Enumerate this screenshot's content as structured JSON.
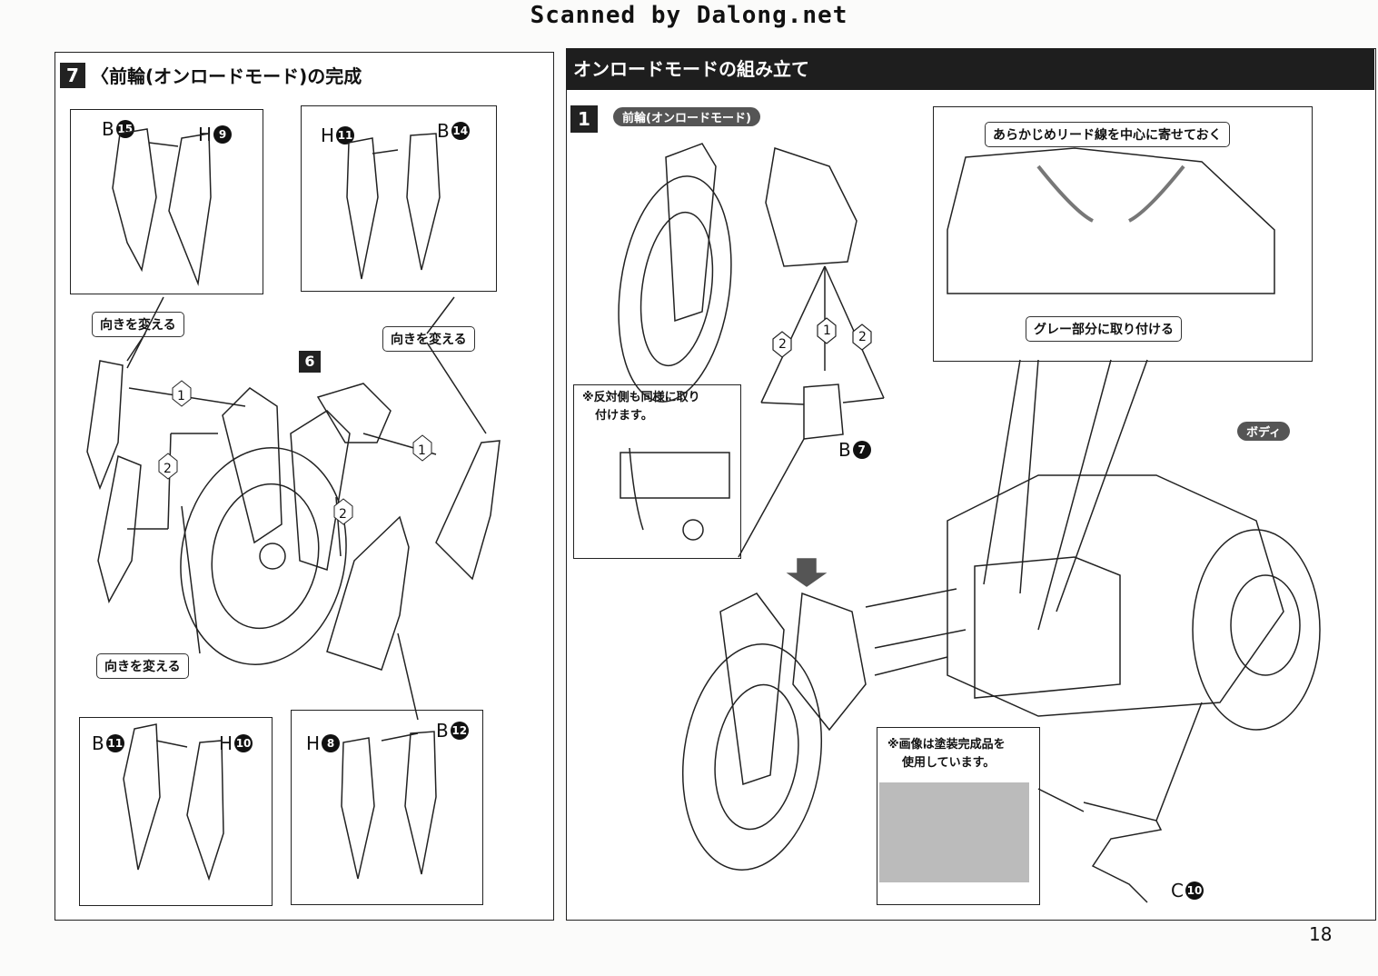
{
  "scan_header": "Scanned by Dalong.net",
  "left_section": {
    "step": "7",
    "title": "〈前輪(オンロードモード)の完成",
    "center_step": "6",
    "callouts": [
      "向きを変える",
      "向きを変える",
      "向きを変える"
    ],
    "parts": {
      "tl_a": {
        "letter": "B",
        "num": "15"
      },
      "tl_b": {
        "letter": "H",
        "num": "9"
      },
      "tr_a": {
        "letter": "H",
        "num": "11"
      },
      "tr_b": {
        "letter": "B",
        "num": "14"
      },
      "bl_a": {
        "letter": "B",
        "num": "11"
      },
      "bl_b": {
        "letter": "H",
        "num": "10"
      },
      "br_a": {
        "letter": "H",
        "num": "8"
      },
      "br_b": {
        "letter": "B",
        "num": "12"
      }
    },
    "order_marks": [
      "1",
      "2",
      "1",
      "2"
    ]
  },
  "right_section": {
    "title": "オンロードモードの組み立て",
    "step": "1",
    "step_label": "前輪(オンロードモード)",
    "order_marks": [
      "2",
      "1",
      "2"
    ],
    "part_b": {
      "letter": "B",
      "num": "7"
    },
    "note_reverse": [
      "※反対側も同様に取り",
      "付けます。"
    ],
    "callout_lead": "あらかじめリード線を中心に寄せておく",
    "callout_gray": "グレー部分に取り付ける",
    "body_tag": "ボディ",
    "note_painted": [
      "※画像は塗装完成品を",
      "使用しています。"
    ],
    "part_c": {
      "letter": "C",
      "num": "10"
    }
  },
  "page_number": "18"
}
